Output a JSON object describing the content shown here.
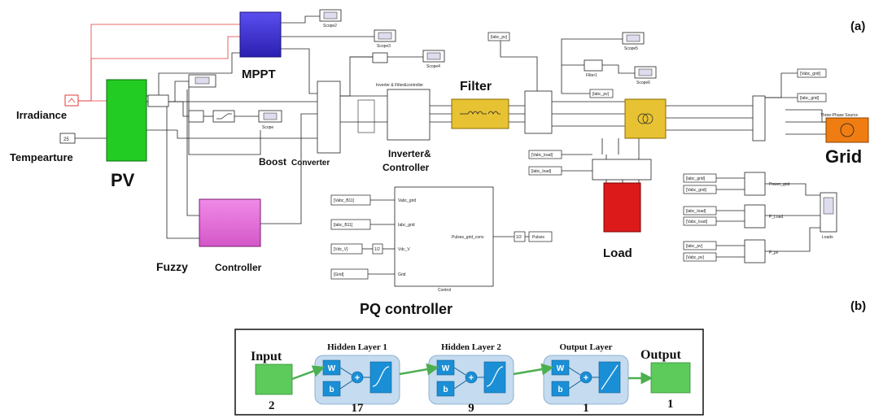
{
  "panel_labels": {
    "a": "(a)",
    "b": "(b)"
  },
  "simulink": {
    "irradiance_label": "Irradiance",
    "temperature_label": "Tempearture",
    "temperature_value": "25",
    "pv_label": "PV",
    "mppt_label": "MPPT",
    "fuzzy_label": "Fuzzy",
    "fuzzy_sublabel": "Controller",
    "boost_label": "Boost",
    "boost_sublabel": "Converter",
    "inverter_label_1": "Inverter&",
    "inverter_label_2": "Controller",
    "inverter_block_title": "Inverter & Filter&controller",
    "filter_label": "Filter",
    "load_label": "Load",
    "grid_label": "Grid",
    "three_phase_source": "Three-Phase Source",
    "pq_label": "PQ controller",
    "control_block_title": "Control",
    "scopes": [
      "Scope2",
      "Scope3",
      "Scope4",
      "Scope",
      "Scope5",
      "Scope6",
      "Filter1"
    ],
    "tags": {
      "abc_pv": "[labc_pv]",
      "vabc_pv": "[Vabc_pv]",
      "vabc_load": "[Vabc_load]",
      "iabc_load": "[labc_load]",
      "iabc_grid": "[labc_grid]",
      "vabc_grid": "[Vabc_grid]",
      "vdc": "[Vdc_V]",
      "grid": "[Grid]",
      "vabc_b11": "[Vabc_B11]",
      "iabc_b11": "[labc_B11]",
      "pulses": "Pulses"
    },
    "ports": {
      "vabc_grid": "Vabc_grid",
      "iabc_grid": "Iabc_grid",
      "vdc_v": "Vdc_V",
      "grid": "Grid",
      "pulses": "Pulses_grid_conv"
    },
    "gain": "1/2",
    "power_labels": [
      "Power_grid",
      "P_Load",
      "P_pv",
      "Loads"
    ]
  },
  "neural_net": {
    "input_label": "Input",
    "input_count": "2",
    "output_label": "Output",
    "output_count": "1",
    "layers": [
      {
        "title": "Hidden Layer 1",
        "count": "17",
        "w": "W",
        "b": "b"
      },
      {
        "title": "Hidden Layer 2",
        "count": "9",
        "w": "W",
        "b": "b"
      },
      {
        "title": "Output Layer",
        "count": "1",
        "w": "W",
        "b": "b"
      }
    ],
    "plus": "+"
  },
  "colors": {
    "pv": "#22cc22",
    "mppt": "#3b2fd0",
    "fuzzy": "#e36bd9",
    "filter": "#e7c233",
    "grid_source": "#f07d12",
    "load": "#dd1a1a",
    "nn_green": "#5ccb5c",
    "nn_layer_bg": "#c5dbef",
    "nn_blue": "#1a8fd6",
    "irradiance_wire": "#e03a3a"
  }
}
